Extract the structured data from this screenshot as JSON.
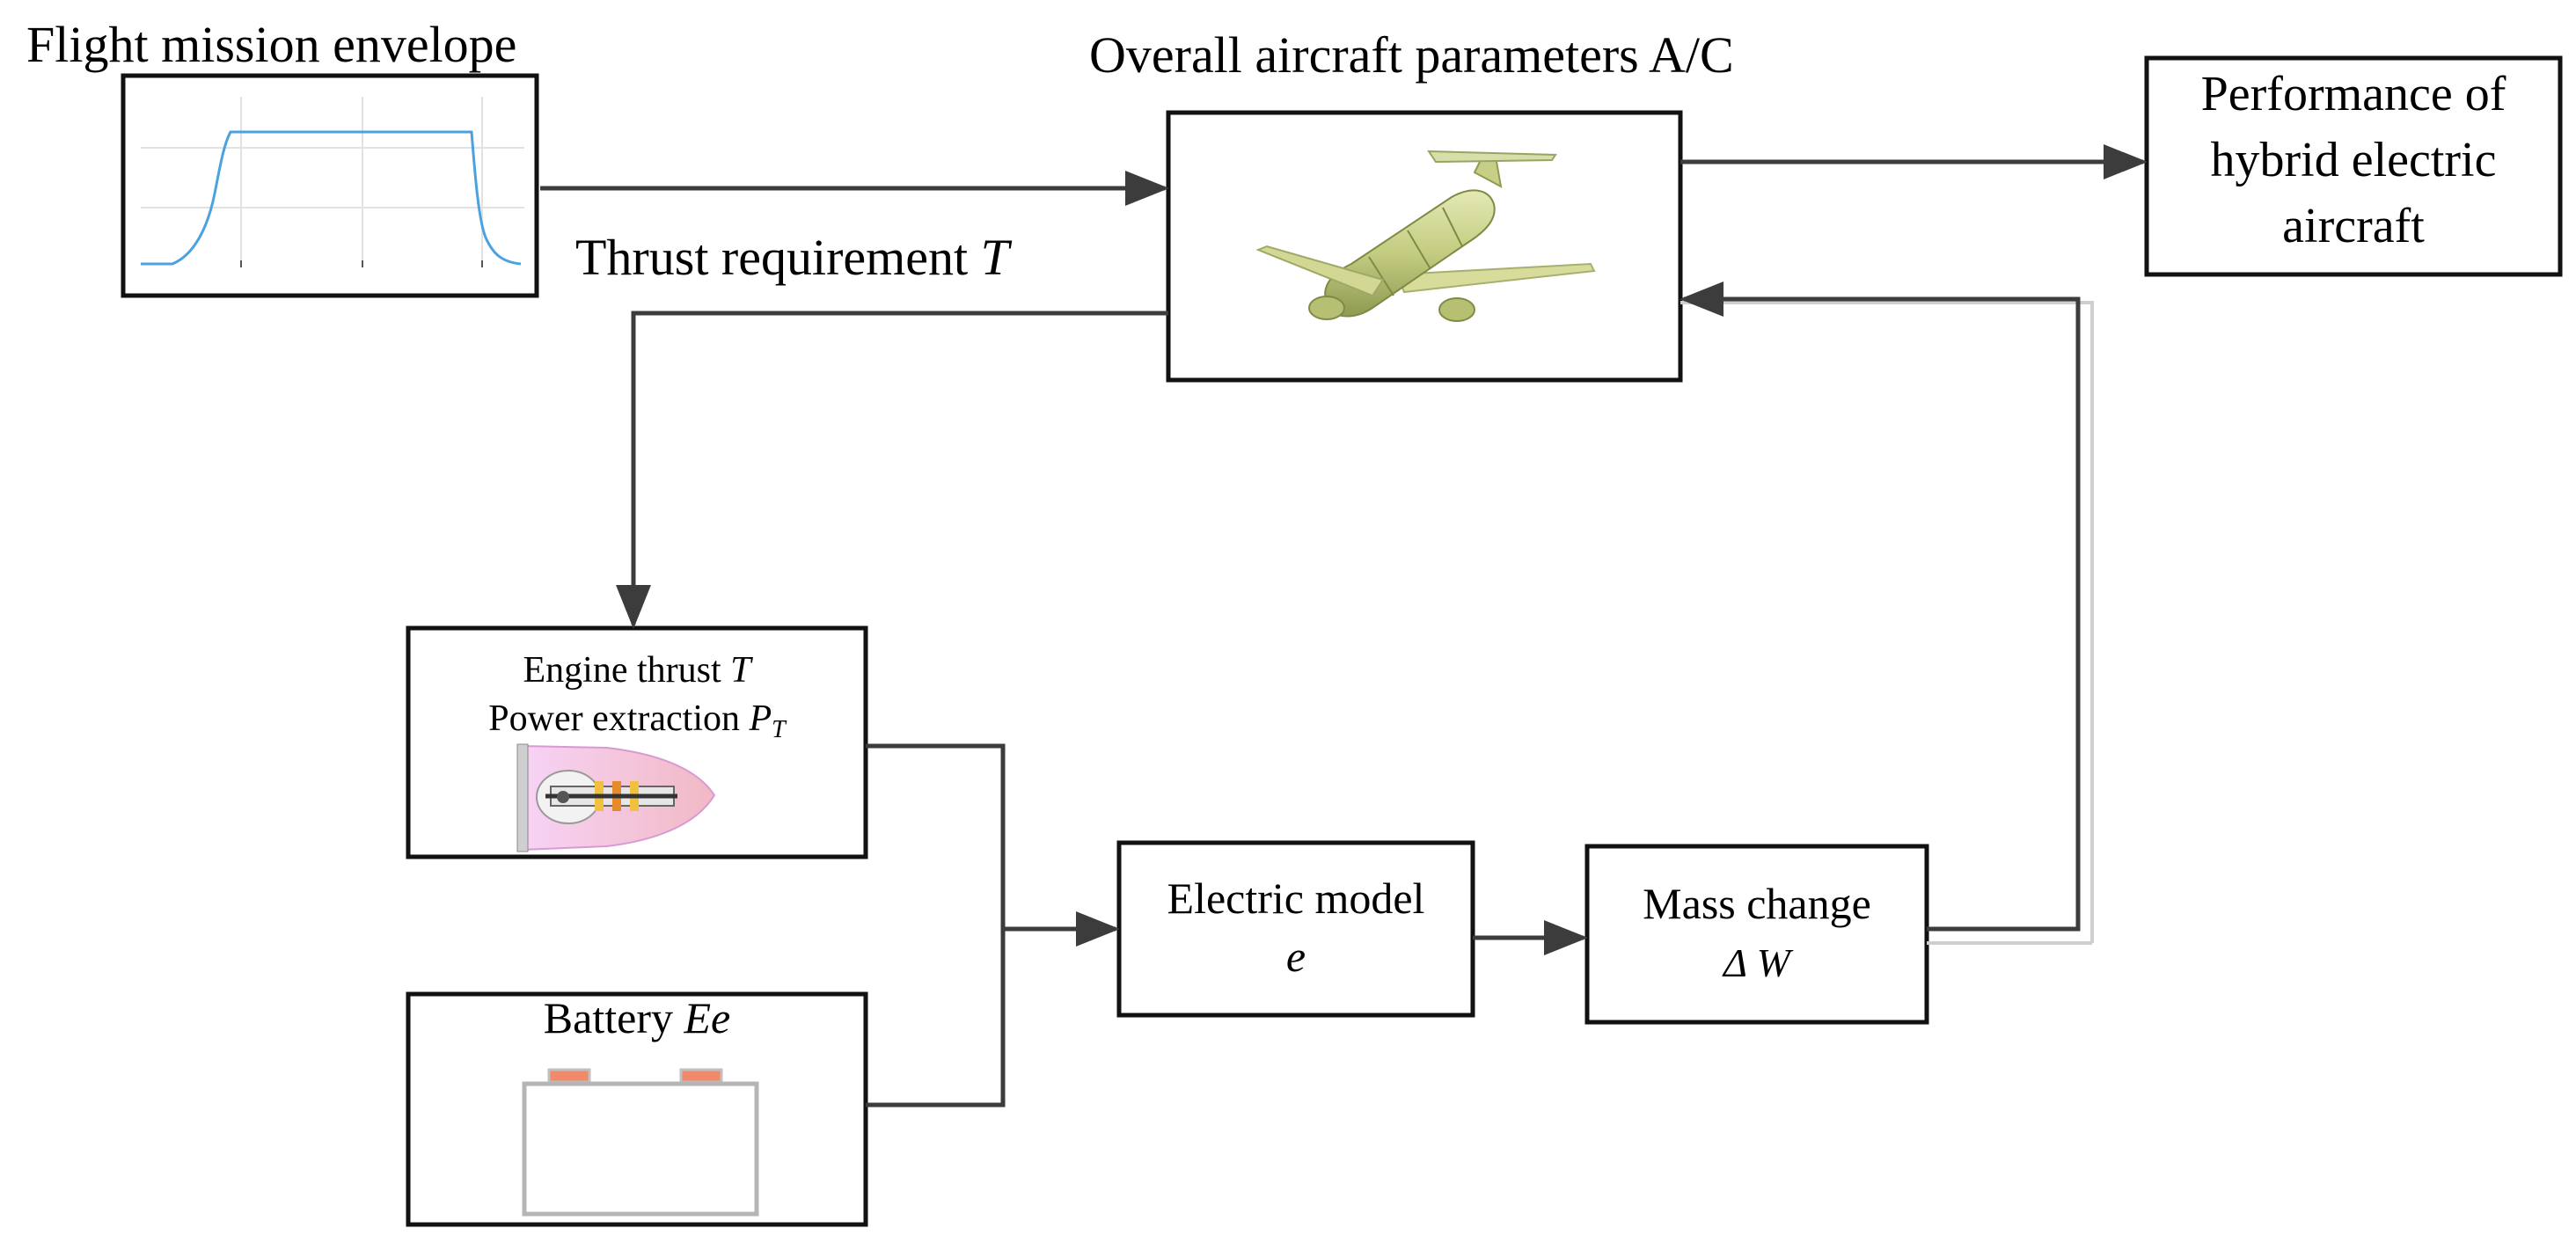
{
  "flight_mission": {
    "title": "Flight mission envelope"
  },
  "aircraft": {
    "title": "Overall aircraft parameters A/C"
  },
  "performance": {
    "line1": "Performance of",
    "line2": "hybrid electric",
    "line3": "aircraft"
  },
  "thrust_req": {
    "text": "Thrust requirement ",
    "symbol": "T"
  },
  "engine": {
    "line1_text": "Engine thrust ",
    "line1_symbol": "T",
    "line2_text": "Power extraction ",
    "line2_symbol": "P",
    "line2_sub": "T"
  },
  "battery": {
    "text": "Battery ",
    "symbol": "Ee"
  },
  "electric_model": {
    "line1": "Electric model",
    "line2": "e"
  },
  "mass_change": {
    "line1": "Mass change",
    "line2": "Δ W"
  },
  "colors": {
    "envelope_curve": "#4aa3df",
    "aircraft_body": "#c8d08a",
    "engine_pink": "#f3b8f0",
    "battery_terminal": "#f08a6a",
    "battery_outline": "#b5b5b5"
  },
  "icons": [
    "flight-profile-chart",
    "airliner-3d-icon",
    "turbofan-engine-icon",
    "battery-icon"
  ]
}
